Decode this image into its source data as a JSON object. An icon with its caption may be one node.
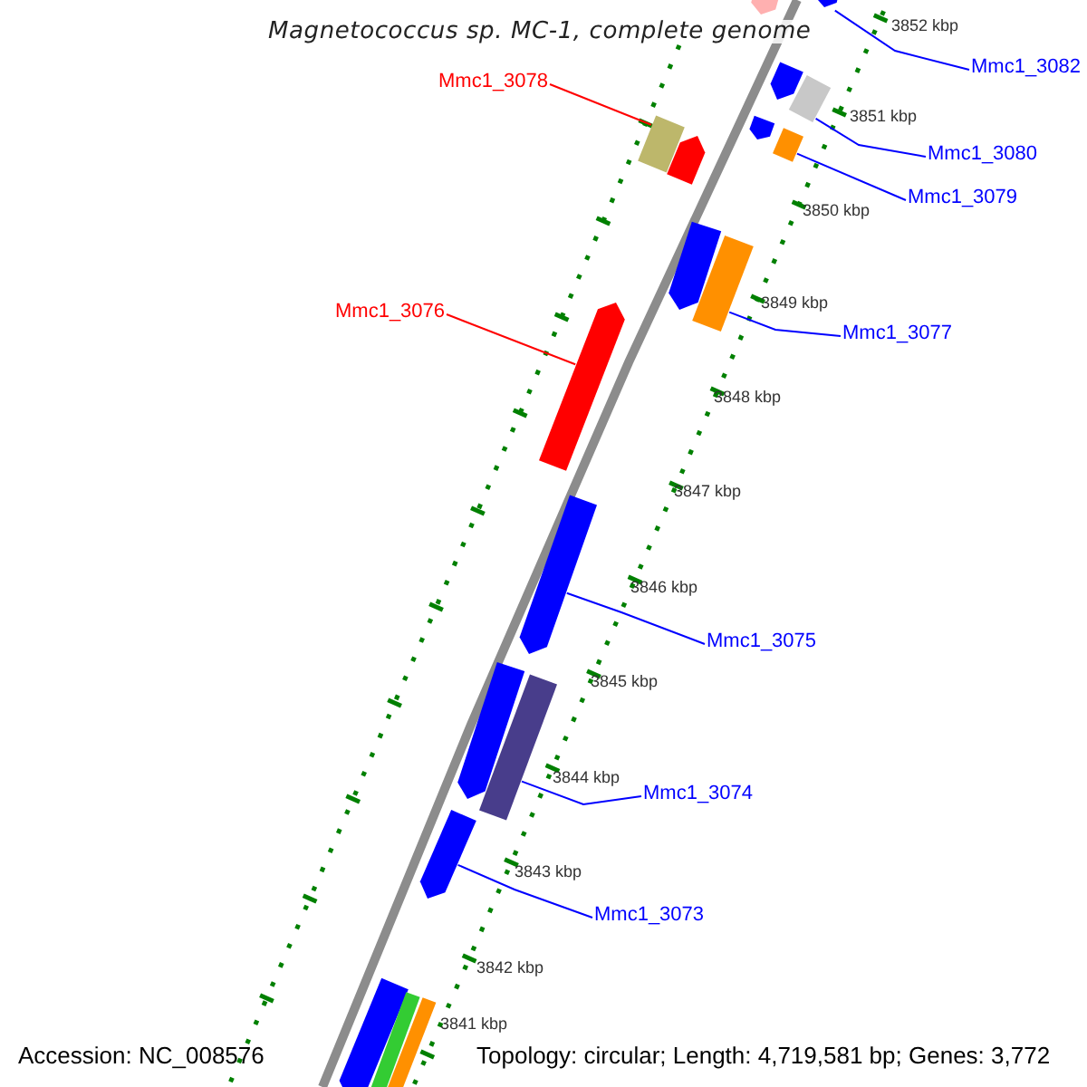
{
  "diagram": {
    "title": "Magnetococcus sp. MC-1, complete genome",
    "nodes": [
      {
        "text": [
          "Mmc1_3082"
        ]
      },
      {
        "text": [
          "Mmc1_3078"
        ]
      },
      {
        "text": [
          "Mmc1_3080"
        ]
      },
      {
        "text": [
          "Mmc1_3079"
        ]
      },
      {
        "text": [
          "Mmc1_3076"
        ]
      },
      {
        "text": [
          "Mmc1_3077"
        ]
      },
      {
        "text": [
          "Mmc1_3075"
        ]
      },
      {
        "text": [
          "Mmc1_3074"
        ]
      },
      {
        "text": [
          "Mmc1_3073"
        ]
      },
      {
        "text": [],
        "shape": "bar"
      },
      {
        "text": [],
        "shape": "bar"
      },
      {
        "text": [],
        "shape": "bar"
      },
      {
        "text": [],
        "shape": "bar"
      },
      {
        "text": [],
        "shape": "bar"
      },
      {
        "text": [],
        "shape": "bar"
      },
      {
        "text": [],
        "shape": "bar"
      },
      {
        "text": [],
        "shape": "bar"
      },
      {
        "text": [],
        "shape": "bar"
      },
      {
        "text": [],
        "shape": "bar"
      },
      {
        "text": [],
        "shape": "bar"
      },
      {
        "text": [],
        "shape": "bar"
      },
      {
        "text": [],
        "shape": "bar"
      },
      {
        "text": [],
        "shape": "bar"
      },
      {
        "text": [],
        "shape": "bar"
      },
      {
        "text": [],
        "shape": "bar"
      },
      {
        "text": [],
        "shape": "bar"
      },
      {
        "text": [],
        "shape": "bar"
      }
    ],
    "edges": [
      {
        "from": 0,
        "to": 10,
        "arrow": "none"
      },
      {
        "from": 1,
        "to": 14,
        "arrow": "none",
        "color": "#ff0000"
      },
      {
        "from": 2,
        "to": 12,
        "arrow": "none"
      },
      {
        "from": 3,
        "to": 15,
        "arrow": "none"
      },
      {
        "from": 4,
        "to": 19,
        "arrow": "none",
        "color": "#ff0000"
      },
      {
        "from": 5,
        "to": 18,
        "arrow": "none"
      },
      {
        "from": 6,
        "to": 20,
        "arrow": "none"
      },
      {
        "from": 7,
        "to": 22,
        "arrow": "none"
      },
      {
        "from": 8,
        "to": 23,
        "arrow": "none"
      }
    ],
    "labels": [
      "3852 kbp",
      "3851 kbp",
      "3850 kbp",
      "3849 kbp",
      "3848 kbp",
      "3847 kbp",
      "3846 kbp",
      "3845 kbp",
      "3844 kbp",
      "3843 kbp",
      "3842 kbp",
      "Accession: NC_008576",
      "3841 kbp",
      "Topology: circular; Length: 4,719,581 bp; Genes: 3,772"
    ]
  }
}
